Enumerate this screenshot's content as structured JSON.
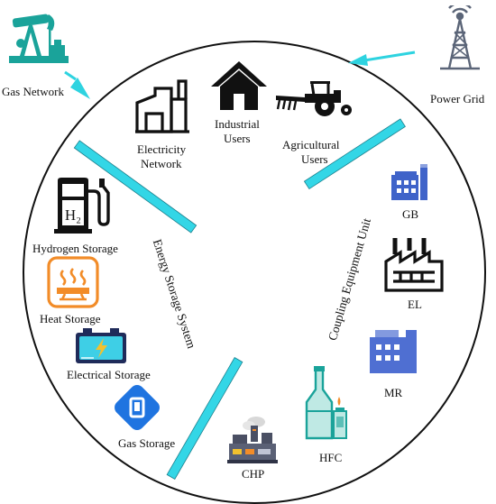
{
  "external": {
    "gas_network": "Gas Network",
    "power_grid": "Power Grid"
  },
  "users": {
    "electricity_network": [
      "Electricity",
      "Network"
    ],
    "industrial_users": [
      "Industrial",
      "Users"
    ],
    "agricultural_users": [
      "Agricultural",
      "Users"
    ]
  },
  "energy_storage": {
    "section_title": "Energy Storage System",
    "hydrogen": "Hydrogen Storage",
    "heat": "Heat Storage",
    "electrical": "Electrical Storage",
    "gas": "Gas Storage"
  },
  "coupling": {
    "section_title": "Coupling Equipment Unit",
    "gb": "GB",
    "el": "EL",
    "mr": "MR",
    "hfc": "HFC",
    "chp": "CHP"
  },
  "icon_text": {
    "h2": "H₂"
  },
  "colors": {
    "teal": "#1aa39a",
    "cyan_bar": "#33d6e6",
    "blue": "#3f63c9",
    "orange": "#f28c28",
    "dark": "#1b1b1b"
  }
}
